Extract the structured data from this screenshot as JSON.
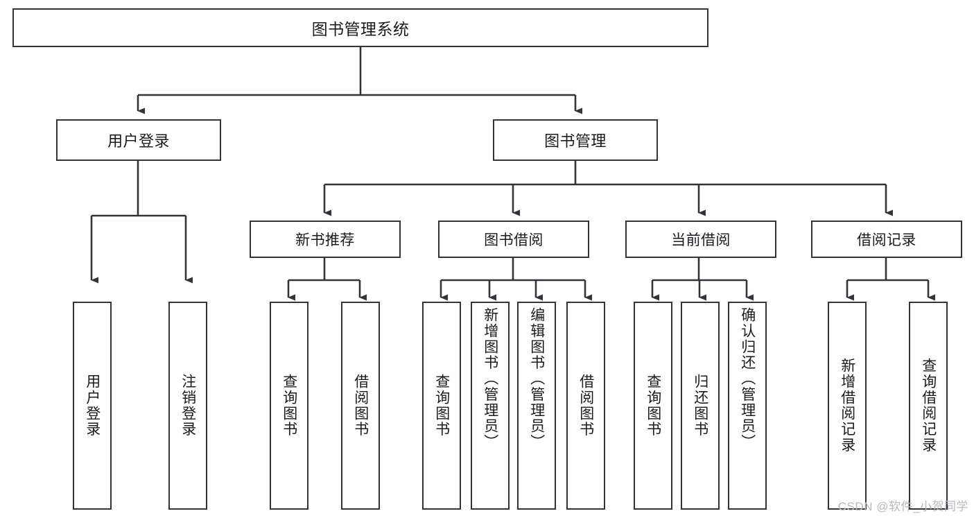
{
  "diagram": {
    "title": "图书管理系统",
    "type": "hierarchy-tree",
    "watermark": "CSDN @软件_小贺同学",
    "colors": {
      "border": "#33333a",
      "background": "#ffffff",
      "text": "#1b1b1f",
      "watermark": "#b9b9bd"
    },
    "root": {
      "label": "图书管理系统"
    },
    "level1": [
      {
        "label": "用户登录"
      },
      {
        "label": "图书管理"
      }
    ],
    "level2": [
      {
        "label": "新书推荐"
      },
      {
        "label": "图书借阅"
      },
      {
        "label": "当前借阅"
      },
      {
        "label": "借阅记录"
      }
    ],
    "leaves": {
      "user_login": [
        {
          "label": "用户登录"
        },
        {
          "label": "注销登录"
        }
      ],
      "new_book_recommend": [
        {
          "label": "查询图书"
        },
        {
          "label": "借阅图书"
        }
      ],
      "book_borrow": [
        {
          "label": "查询图书"
        },
        {
          "label": "新增图书（管理员）"
        },
        {
          "label": "编辑图书（管理员）"
        },
        {
          "label": "借阅图书"
        }
      ],
      "current_borrow": [
        {
          "label": "查询图书"
        },
        {
          "label": "归还图书"
        },
        {
          "label": "确认归还（管理员）"
        }
      ],
      "borrow_record": [
        {
          "label": "新增借阅记录"
        },
        {
          "label": "查询借阅记录"
        }
      ]
    }
  }
}
